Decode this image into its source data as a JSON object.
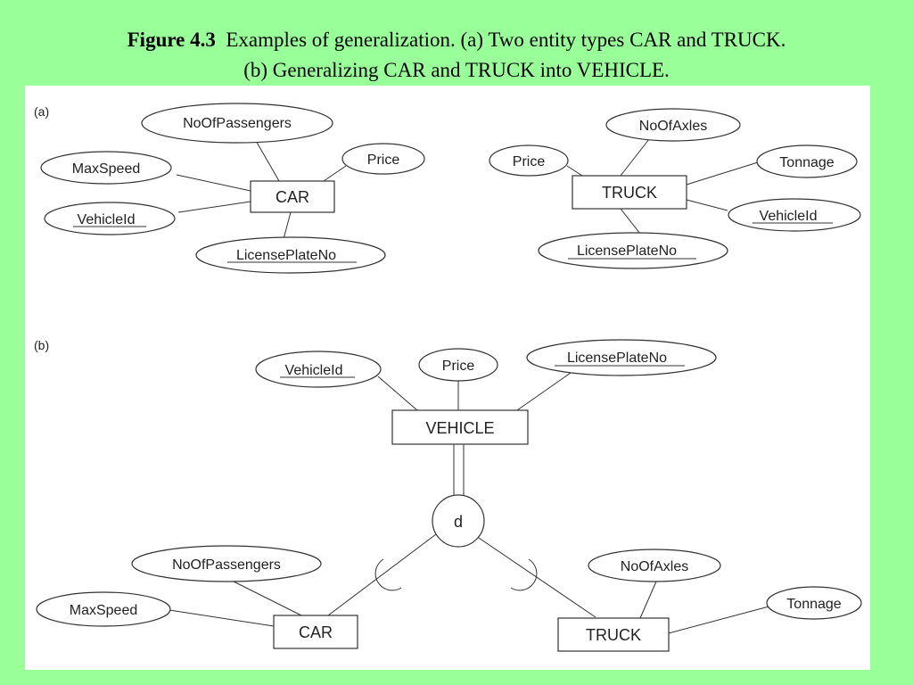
{
  "caption": {
    "figure_label": "Figure 4.3",
    "line1": "Examples of generalization. (a) Two entity types CAR and TRUCK.",
    "line2": "(b) Generalizing CAR and TRUCK into VEHICLE."
  },
  "panel_a": {
    "label": "(a)",
    "car": {
      "entity": "CAR",
      "attr_passengers": "NoOfPassengers",
      "attr_maxspeed": "MaxSpeed",
      "attr_price": "Price",
      "attr_vehicleid": "VehicleId",
      "attr_license": "LicensePlateNo"
    },
    "truck": {
      "entity": "TRUCK",
      "attr_axles": "NoOfAxles",
      "attr_price": "Price",
      "attr_tonnage": "Tonnage",
      "attr_vehicleid": "VehicleId",
      "attr_license": "LicensePlateNo"
    }
  },
  "panel_b": {
    "label": "(b)",
    "vehicle": {
      "entity": "VEHICLE",
      "attr_vehicleid": "VehicleId",
      "attr_price": "Price",
      "attr_license": "LicensePlateNo"
    },
    "disjoint": "d",
    "car": {
      "entity": "CAR",
      "attr_passengers": "NoOfPassengers",
      "attr_maxspeed": "MaxSpeed"
    },
    "truck": {
      "entity": "TRUCK",
      "attr_axles": "NoOfAxles",
      "attr_tonnage": "Tonnage"
    }
  }
}
